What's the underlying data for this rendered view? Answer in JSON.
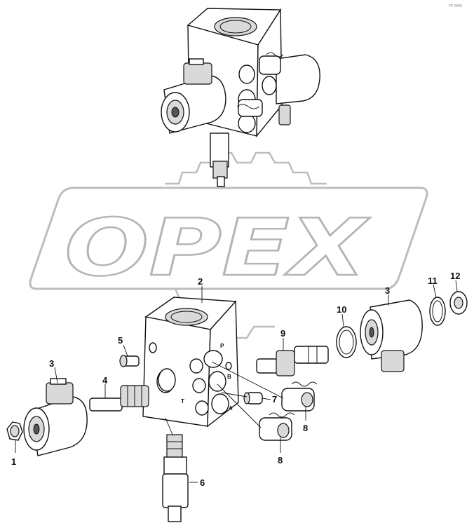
{
  "watermark": {
    "text": "OPEX"
  },
  "corner_code": "FP 0000",
  "callouts": [
    {
      "id": "c1",
      "text": "1"
    },
    {
      "id": "c2",
      "text": "2"
    },
    {
      "id": "c3a",
      "text": "3"
    },
    {
      "id": "c3b",
      "text": "3"
    },
    {
      "id": "c4",
      "text": "4"
    },
    {
      "id": "c5",
      "text": "5"
    },
    {
      "id": "c6",
      "text": "6"
    },
    {
      "id": "c7",
      "text": "7"
    },
    {
      "id": "c8a",
      "text": "8"
    },
    {
      "id": "c8b",
      "text": "8"
    },
    {
      "id": "c9",
      "text": "9"
    },
    {
      "id": "c10",
      "text": "10"
    },
    {
      "id": "c11",
      "text": "11"
    },
    {
      "id": "c12",
      "text": "12"
    }
  ],
  "port_markers": {
    "p": "P",
    "b": "B",
    "a": "A",
    "t": "T"
  }
}
